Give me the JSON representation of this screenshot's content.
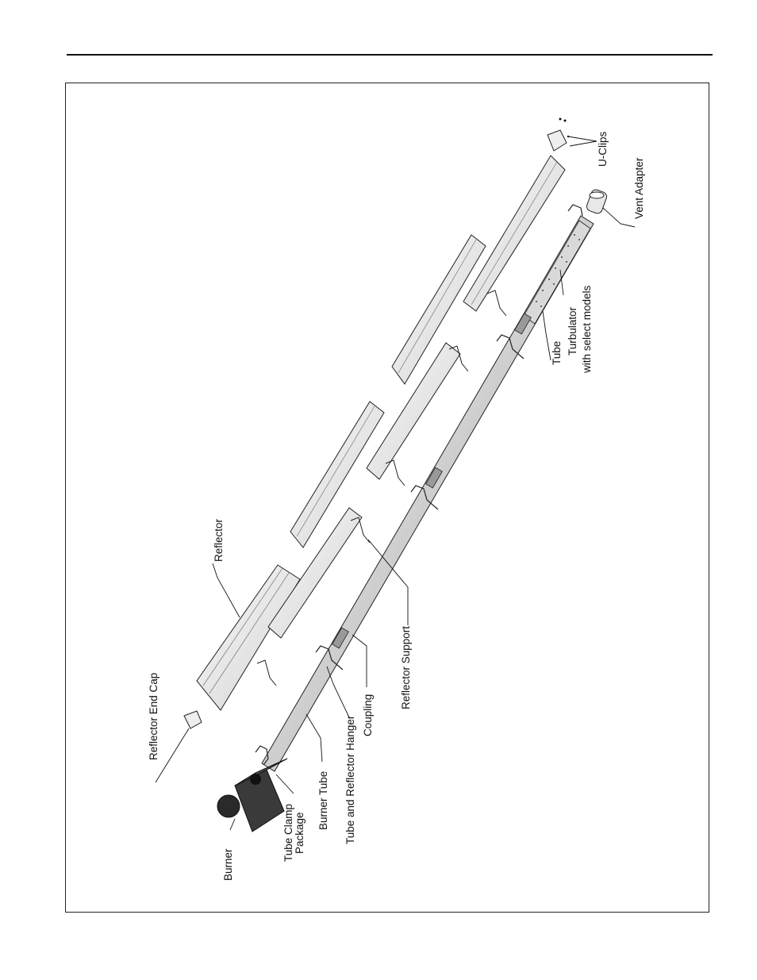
{
  "labels": {
    "u_clips": "U-Clips",
    "vent_adapter": "Vent Adapter",
    "turbulator_line1": "Turbulator",
    "turbulator_line2": "with select models",
    "tube": "Tube",
    "reflector": "Reflector",
    "reflector_support": "Reflector Support",
    "reflector_end_cap": "Reflector End Cap",
    "coupling": "Coupling",
    "tube_and_reflector_hanger": "Tube and Reflector Hanger",
    "burner_tube": "Burner Tube",
    "tube_clamp_line1": "Tube Clamp",
    "tube_clamp_line2": "Package",
    "burner": "Burner"
  },
  "colors": {
    "ink": "#111111",
    "reflector_fill": "#eeeeee",
    "tube_fill": "#dcdcdc",
    "burner_fill": "#3a3a3a"
  }
}
